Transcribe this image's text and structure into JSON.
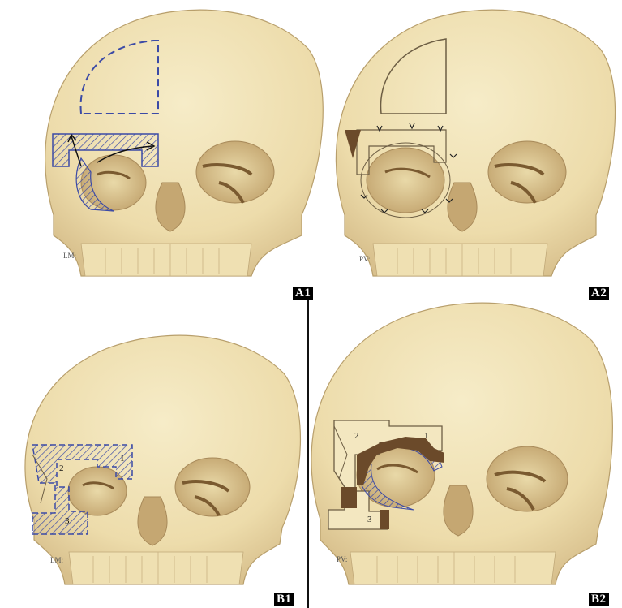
{
  "panels": {
    "a1": {
      "label": "A1"
    },
    "a2": {
      "label": "A2"
    },
    "b1": {
      "label": "B1",
      "regions": [
        "1",
        "2",
        "3"
      ]
    },
    "b2": {
      "label": "B2",
      "regions": [
        "1",
        "2",
        "3"
      ]
    }
  },
  "colors": {
    "bone": "#f1e4b6",
    "bone_shadow": "#cdb98a",
    "outline_dashed": "#3b4aa6",
    "graft_dark": "#6b4a2a",
    "background": "#ffffff"
  }
}
